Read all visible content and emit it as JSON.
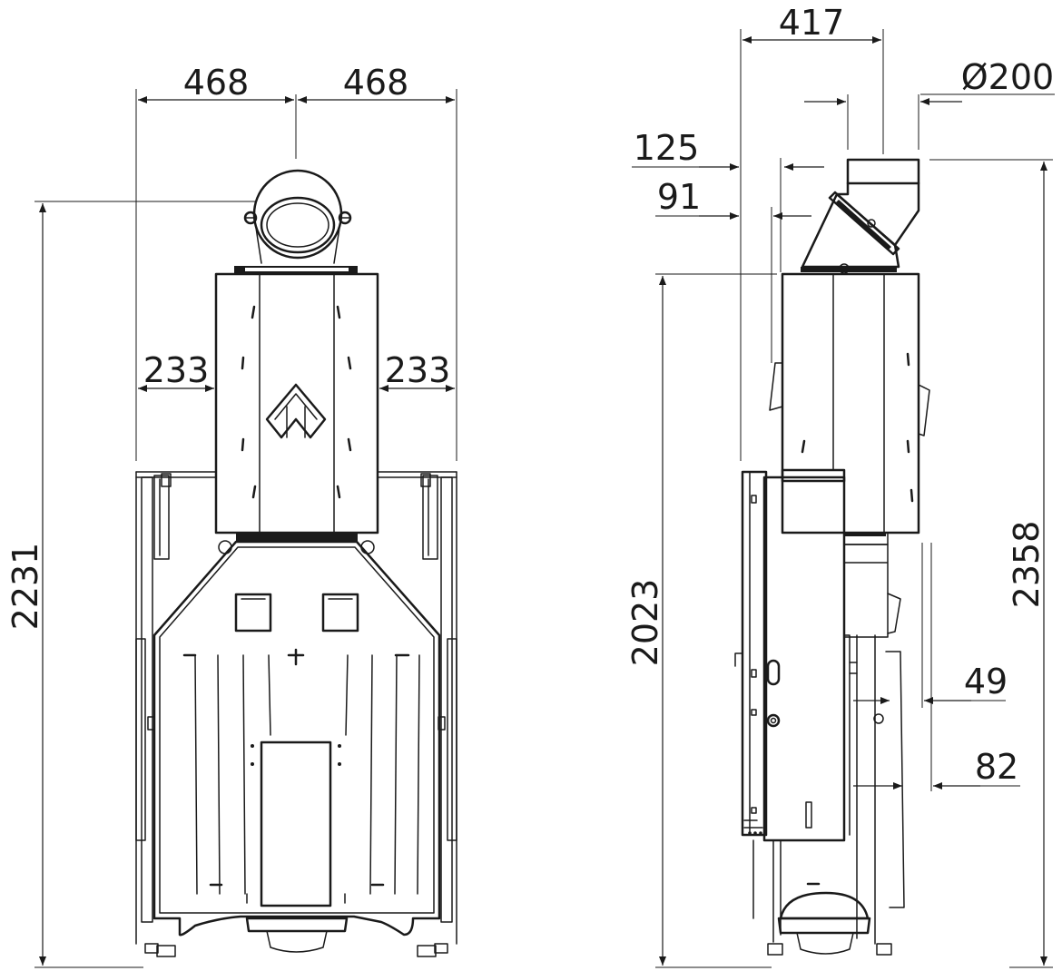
{
  "colors": {
    "line": "#1a1a1a",
    "background": "#ffffff"
  },
  "front_view": {
    "dims": {
      "width_left": "468",
      "width_right": "468",
      "side_left": "233",
      "side_right": "233",
      "total_height": "2231"
    }
  },
  "side_view": {
    "dims": {
      "depth": "417",
      "flue_diameter": "Ø200",
      "offset_a": "125",
      "offset_b": "91",
      "total_height": "2358",
      "body_height": "2023",
      "gap_a": "49",
      "gap_b": "82"
    }
  }
}
